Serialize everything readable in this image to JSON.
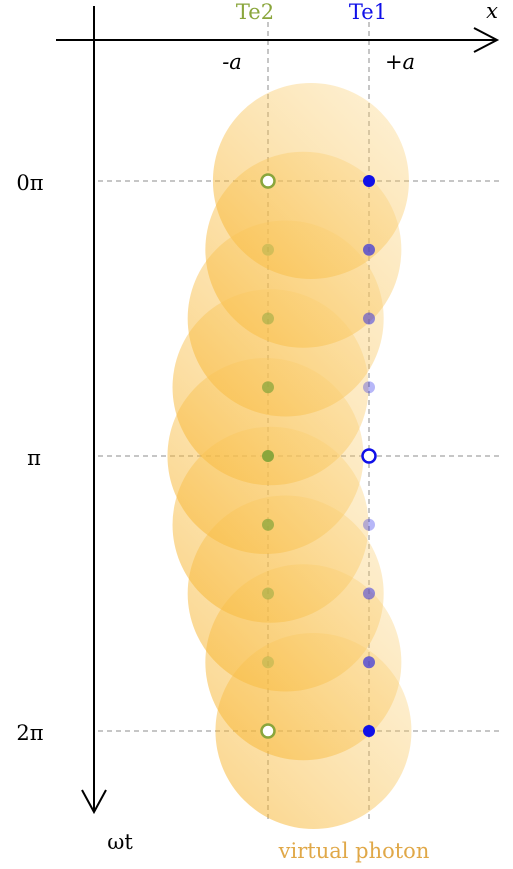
{
  "axes": {
    "x_label": "x",
    "t_label": "ωt",
    "minus_a": "-a",
    "plus_a": "+a"
  },
  "sites": {
    "te2": {
      "label": "Te2",
      "color": "#8aa63c"
    },
    "te1": {
      "label": "Te1",
      "color": "#1010e8"
    }
  },
  "time_labels": [
    "0π",
    "π",
    "2π"
  ],
  "caption": "virtual photon",
  "colors": {
    "photon": "#f8b830",
    "caption": "#e0a848",
    "grid": "#8c8c8c",
    "axis": "#000000"
  },
  "timeline": {
    "steps": 9,
    "photon_x": [
      -0.15,
      -0.3,
      -0.65,
      -0.95,
      -1.05,
      -0.95,
      -0.65,
      -0.3,
      -0.1
    ],
    "te2_opacity": [
      0,
      0.35,
      0.5,
      0.75,
      1.0,
      0.75,
      0.5,
      0.35,
      0
    ],
    "te1_opacity": [
      1.0,
      0.6,
      0.45,
      0.3,
      0,
      0.3,
      0.45,
      0.6,
      1.0
    ],
    "te2_open": [
      true,
      false,
      false,
      false,
      false,
      false,
      false,
      false,
      true
    ],
    "te1_open": [
      false,
      false,
      false,
      false,
      true,
      false,
      false,
      false,
      false
    ]
  }
}
